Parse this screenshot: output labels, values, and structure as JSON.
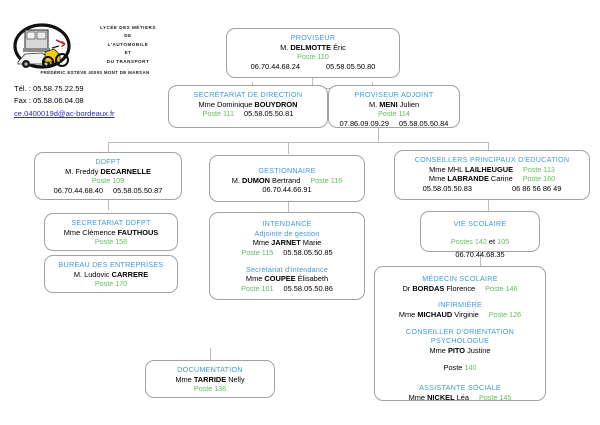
{
  "header": {
    "school_name_lines": [
      "LYCÉE DES MÉTIERS",
      "DE",
      "L'AUTOMOBILE",
      "ET",
      "DU TRANSPORT"
    ],
    "logo_footer": "FRÉDÉRIC ESTÈVE 40000 MONT DE MARSAN",
    "tel": "Tél. : 05.58.75.22.59",
    "fax": "Fax : 05.58.06.04.08",
    "email": "ce.0400019d@ac-bordeaux.fr"
  },
  "colors": {
    "title": "#3f9ad8",
    "poste": "#63bb5e",
    "border": "#9fa3a7",
    "link": "#2a2ad0"
  },
  "boxes": {
    "proviseur": {
      "title": "PROVISEUR",
      "person_prefix": "M. ",
      "person_last": "DELMOTTE",
      "person_first": " Éric",
      "poste": "Poste 110",
      "phone1": "06.70.44.68.24",
      "phone2": "05.58.05.50.80"
    },
    "secretariat_direction": {
      "title": "SECRÉTARIAT DE DIRECTION",
      "person_prefix": "Mme Dominique ",
      "person_last": "BOUYDRON",
      "person_first": "",
      "poste": "Poste 111",
      "phone1": "05.58.05.50.81"
    },
    "proviseur_adjoint": {
      "title": "PROVISEUR ADJOINT",
      "person_prefix": "M. ",
      "person_last": "MENI",
      "person_first": " Julien",
      "poste": "Poste 114",
      "phone1": "07.86.09.09.29",
      "phone2": "05.58.05.50.84"
    },
    "ddfpt": {
      "title": "DDFPT",
      "person_prefix": "M. Freddy ",
      "person_last": "DECARNELLE",
      "person_first": "",
      "poste": "Poste 109",
      "phone1": "06.70.44.68.40",
      "phone2": "05.58.05.50.87"
    },
    "secretariat_ddfpt": {
      "title": "SECRETARIAT DDFPT",
      "person_prefix": "Mme Clémence ",
      "person_last": "FAUTHOUS",
      "person_first": "",
      "poste": "Poste 156"
    },
    "bureau_entreprises": {
      "title": "BUREAU DES ENTREPRISES",
      "person_prefix": "M. Ludovic ",
      "person_last": "CARRERE",
      "person_first": "",
      "poste": "Poste 170"
    },
    "gestionnaire": {
      "title": "GESTIONNAIRE",
      "person_prefix": "M.  ",
      "person_last": "DUMON",
      "person_first": " Bertrand",
      "poste": "Poste 116",
      "phone1": "06.70.44.66.91"
    },
    "intendance": {
      "title": "INTENDANCE",
      "subtitle": "Adjointe de gestion",
      "person_prefix": "Mme ",
      "person_last": "JARNET",
      "person_first": " Marie",
      "poste": "Poste 115",
      "phone1": "05.58.05.50.85",
      "sub2_title": "Secrétariat d'intendance",
      "person2_prefix": "Mme ",
      "person2_last": "COUPEE",
      "person2_first": " Élisabeth",
      "poste2": "Poste 101",
      "phone2": "05.58.05.50.86"
    },
    "cpe": {
      "title": "CONSEILLERS PRINCIPAUX D'EDUCATION",
      "person1_prefix": "Mme MHL ",
      "person1_last": "LAILHEUGUE",
      "person1_first": "",
      "poste1": "Poste 113",
      "person2_prefix": "Mme ",
      "person2_last": "LABRANDE",
      "person2_first": " Carine",
      "poste2": "Poste 160",
      "phone1": "05.58.05.50.83",
      "phone2": "06 86 56 86 49"
    },
    "vie_scolaire": {
      "title": "VIE SCOLAIRE",
      "poste_a": "Postes 142",
      "poste_join": " et ",
      "poste_b": "105",
      "phone1": "06.70.44.68.35"
    },
    "medical": {
      "title1": "MÉDECIN SCOLAIRE",
      "person1_prefix": "Dr ",
      "person1_last": "BORDAS",
      "person1_first": " Florence",
      "poste1": "Poste 146",
      "title2": "INFIRMIÈRE",
      "person2_prefix": "Mme ",
      "person2_last": "MICHAUD",
      "person2_first": " Virginie",
      "poste2": "Poste 126",
      "title3_line1": "CONSEILLER D'ORIENTATION",
      "title3_line2": "PSYCHOLOGUE",
      "person3_prefix": "Mme ",
      "person3_last": "PITO",
      "person3_first": " Justine",
      "poste3_label": "Poste ",
      "poste3_num": "140",
      "title4": "ASSISTANTE SOCIALE",
      "person4_prefix": "Mme ",
      "person4_last": "NICKEL",
      "person4_first": " Léa",
      "poste4": "Poste 145"
    },
    "documentation": {
      "title": "DOCUMENTATION",
      "person_prefix": "Mme ",
      "person_last": "TARRIDE",
      "person_first": " Nelly",
      "poste": "Poste 136"
    }
  }
}
